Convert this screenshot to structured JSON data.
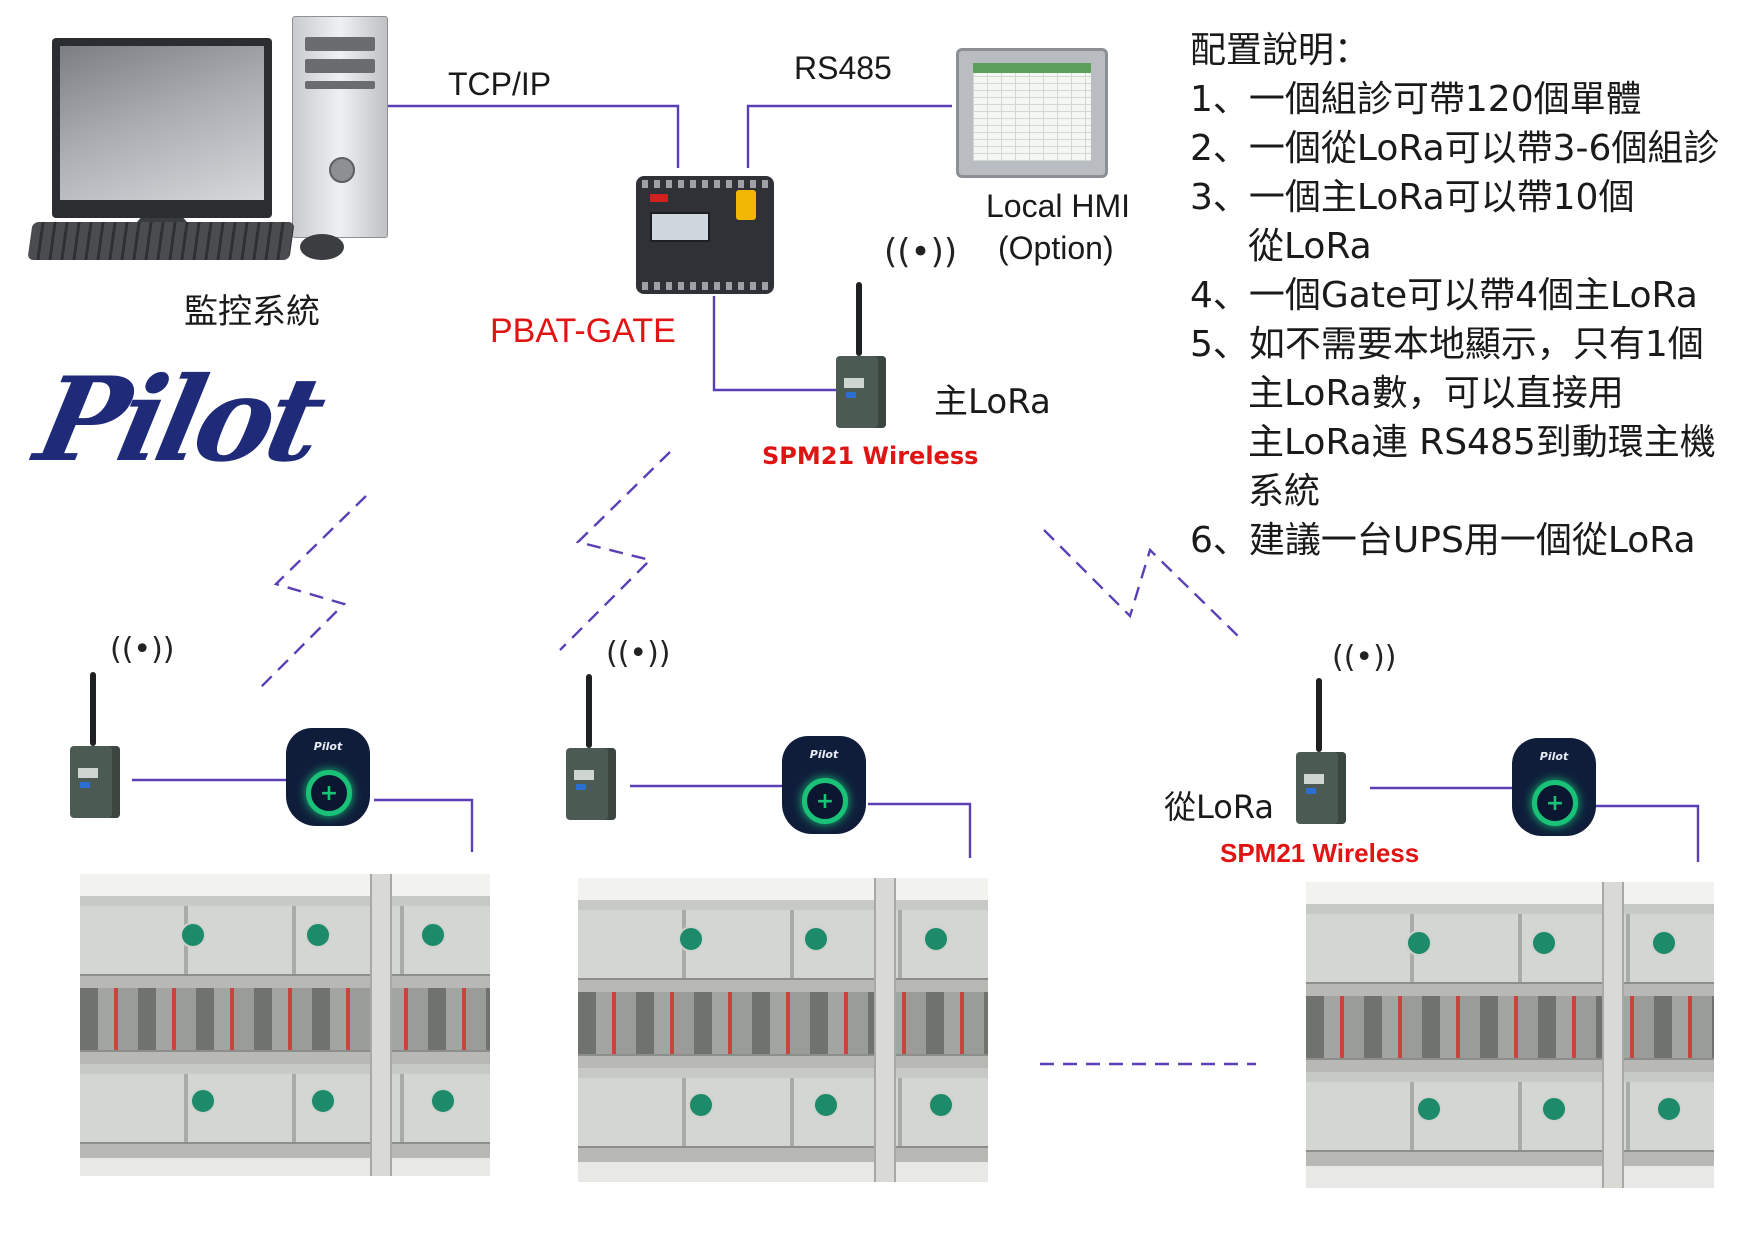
{
  "labels": {
    "monitor_system": "監控系統",
    "tcpip": "TCP/IP",
    "rs485": "RS485",
    "gate": "PBAT-GATE",
    "local_hmi_1": "Local HMI",
    "local_hmi_2": "(Option)",
    "master_lora": "主LoRa",
    "slave_lora": "從LoRa",
    "spm_top": "SPM21 Wireless",
    "spm_right": "SPM21 Wireless",
    "logo": "Pilot",
    "sensor_brand": "Pilot"
  },
  "notes": {
    "title": "配置說明：",
    "items": [
      "1、一個組診可帶120個單體",
      "2、一個從LoRa可以帶3-6個組診",
      "3、一個主LoRa可以帶10個",
      "從LoRa",
      "4、一個Gate可以帶4個主LoRa",
      "5、如不需要本地顯示，只有1個",
      "主LoRa數，可以直接用",
      "主LoRa連 RS485到動環主機",
      "系統",
      "6、建議一台UPS用一個從LoRa"
    ]
  },
  "colors": {
    "wire": "#5b3fb5",
    "accent_red": "#e11414",
    "logo": "#1f2a78"
  },
  "icons": [
    "desktop-computer-icon",
    "gateway-device-icon",
    "hmi-panel-icon",
    "lora-module-icon",
    "wireless-signal-icon",
    "battery-sensor-icon"
  ]
}
